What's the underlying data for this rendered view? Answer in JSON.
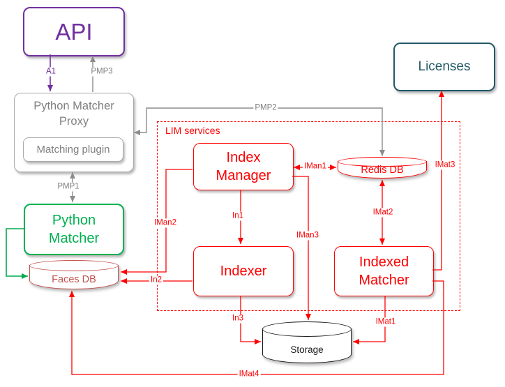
{
  "diagram": {
    "nodes": {
      "api": {
        "label": "API",
        "color": "#7030A0",
        "shape": "rounded-rect"
      },
      "python_matcher_proxy": {
        "label": "Python Matcher\nProxy",
        "color": "#7F7F7F",
        "shape": "rounded-rect"
      },
      "matching_plugin": {
        "label": "Matching plugin",
        "color": "#7F7F7F",
        "shape": "rounded-rect"
      },
      "python_matcher": {
        "label": "Python\nMatcher",
        "color": "#00B050",
        "shape": "rounded-rect"
      },
      "faces_db": {
        "label": "Faces DB",
        "color": "#C0504D",
        "shape": "cylinder"
      },
      "lim_group": {
        "label": "LIM services",
        "color": "#FF0000",
        "shape": "dashed-group"
      },
      "index_manager": {
        "label": "Index\nManager",
        "color": "#FF0000",
        "shape": "rounded-rect"
      },
      "redis_db": {
        "label": "Redis DB",
        "color": "#FF0000",
        "shape": "cylinder"
      },
      "indexer": {
        "label": "Indexer",
        "color": "#FF0000",
        "shape": "rounded-rect"
      },
      "indexed_matcher": {
        "label": "Indexed\nMatcher",
        "color": "#FF0000",
        "shape": "rounded-rect"
      },
      "storage": {
        "label": "Storage",
        "color": "#1A1A1A",
        "shape": "cylinder"
      },
      "licenses": {
        "label": "Licenses",
        "color": "#215968",
        "shape": "rounded-rect"
      }
    },
    "edges": {
      "a1": {
        "label": "A1",
        "from": "api",
        "to": "python_matcher_proxy",
        "color": "#7030A0",
        "bidirectional": false
      },
      "pmp3": {
        "label": "PMP3",
        "from": "python_matcher_proxy",
        "to": "api",
        "color": "#808080",
        "bidirectional": false
      },
      "pmp1": {
        "label": "PMP1",
        "from": "python_matcher_proxy",
        "to": "python_matcher",
        "color": "#808080",
        "bidirectional": true
      },
      "pmp2": {
        "label": "PMP2",
        "from": "python_matcher_proxy",
        "to": "redis_db",
        "color": "#808080",
        "bidirectional": true
      },
      "pm_db": {
        "label": "",
        "from": "python_matcher",
        "to": "faces_db",
        "color": "#00B050",
        "bidirectional": false
      },
      "iman1": {
        "label": "IMan1",
        "from": "index_manager",
        "to": "redis_db",
        "color": "#FF0000",
        "bidirectional": true
      },
      "iman2": {
        "label": "IMan2",
        "from": "index_manager",
        "to": "faces_db",
        "color": "#FF0000",
        "bidirectional": false
      },
      "iman3": {
        "label": "IMan3",
        "from": "index_manager",
        "to": "storage",
        "color": "#FF0000",
        "bidirectional": false
      },
      "in1": {
        "label": "In1",
        "from": "index_manager",
        "to": "indexer",
        "color": "#FF0000",
        "bidirectional": false
      },
      "in2": {
        "label": "In2",
        "from": "indexer",
        "to": "faces_db",
        "color": "#FF0000",
        "bidirectional": false
      },
      "in3": {
        "label": "In3",
        "from": "indexer",
        "to": "storage",
        "color": "#FF0000",
        "bidirectional": false
      },
      "imat1": {
        "label": "IMat1",
        "from": "indexed_matcher",
        "to": "storage",
        "color": "#FF0000",
        "bidirectional": false
      },
      "imat2": {
        "label": "IMat2",
        "from": "indexed_matcher",
        "to": "redis_db",
        "color": "#FF0000",
        "bidirectional": true
      },
      "imat3": {
        "label": "IMat3",
        "from": "indexed_matcher",
        "to": "licenses",
        "color": "#FF0000",
        "bidirectional": false
      },
      "imat4": {
        "label": "IMat4",
        "from": "indexed_matcher",
        "to": "faces_db",
        "color": "#FF0000",
        "bidirectional": false
      }
    }
  }
}
